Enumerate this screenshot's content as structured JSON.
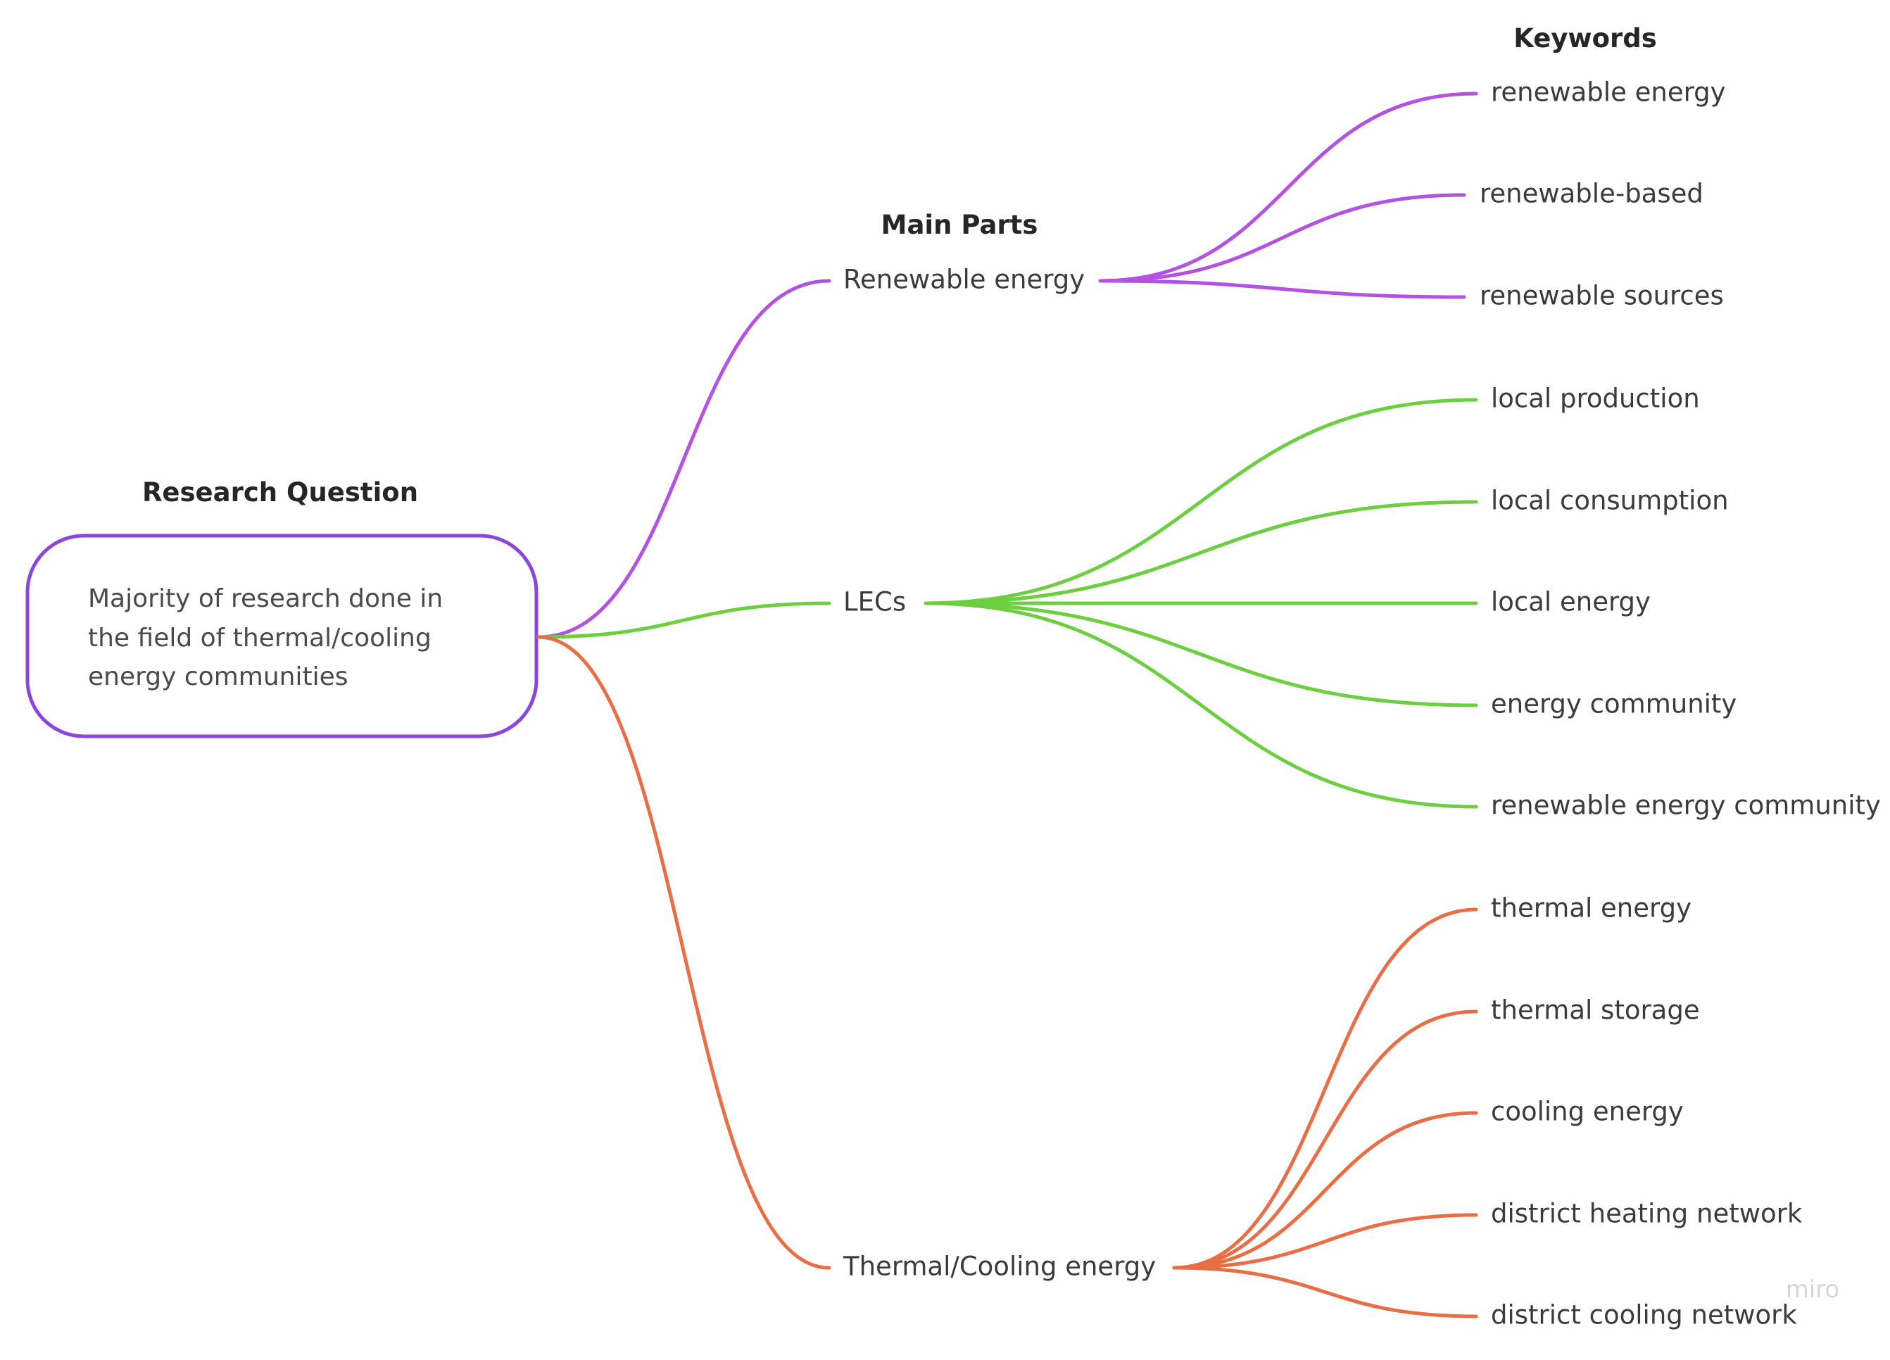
{
  "colors": {
    "renewable": "#b351e3",
    "lecs": "#6ccf3f",
    "thermal": "#ea6e45",
    "root_border": "#8e45de",
    "text": "#3b3b3b",
    "heading": "#262626",
    "watermark": "#d6d6d6"
  },
  "headings": {
    "research_question": "Research Question",
    "main_parts": "Main Parts",
    "keywords": "Keywords"
  },
  "root": {
    "lines": [
      "Majority of research done in",
      "the field of thermal/cooling",
      "energy communities"
    ]
  },
  "branches": [
    {
      "label": "Renewable energy",
      "color_key": "renewable",
      "keywords": [
        "renewable energy",
        "renewable-based",
        "renewable sources"
      ]
    },
    {
      "label": "LECs",
      "color_key": "lecs",
      "keywords": [
        "local production",
        "local consumption",
        "local energy",
        "energy community",
        "renewable energy community"
      ]
    },
    {
      "label": "Thermal/Cooling energy",
      "color_key": "thermal",
      "keywords": [
        "thermal energy",
        "thermal storage",
        "cooling energy",
        "district heating network",
        "district cooling network"
      ]
    }
  ],
  "watermark": "miro"
}
